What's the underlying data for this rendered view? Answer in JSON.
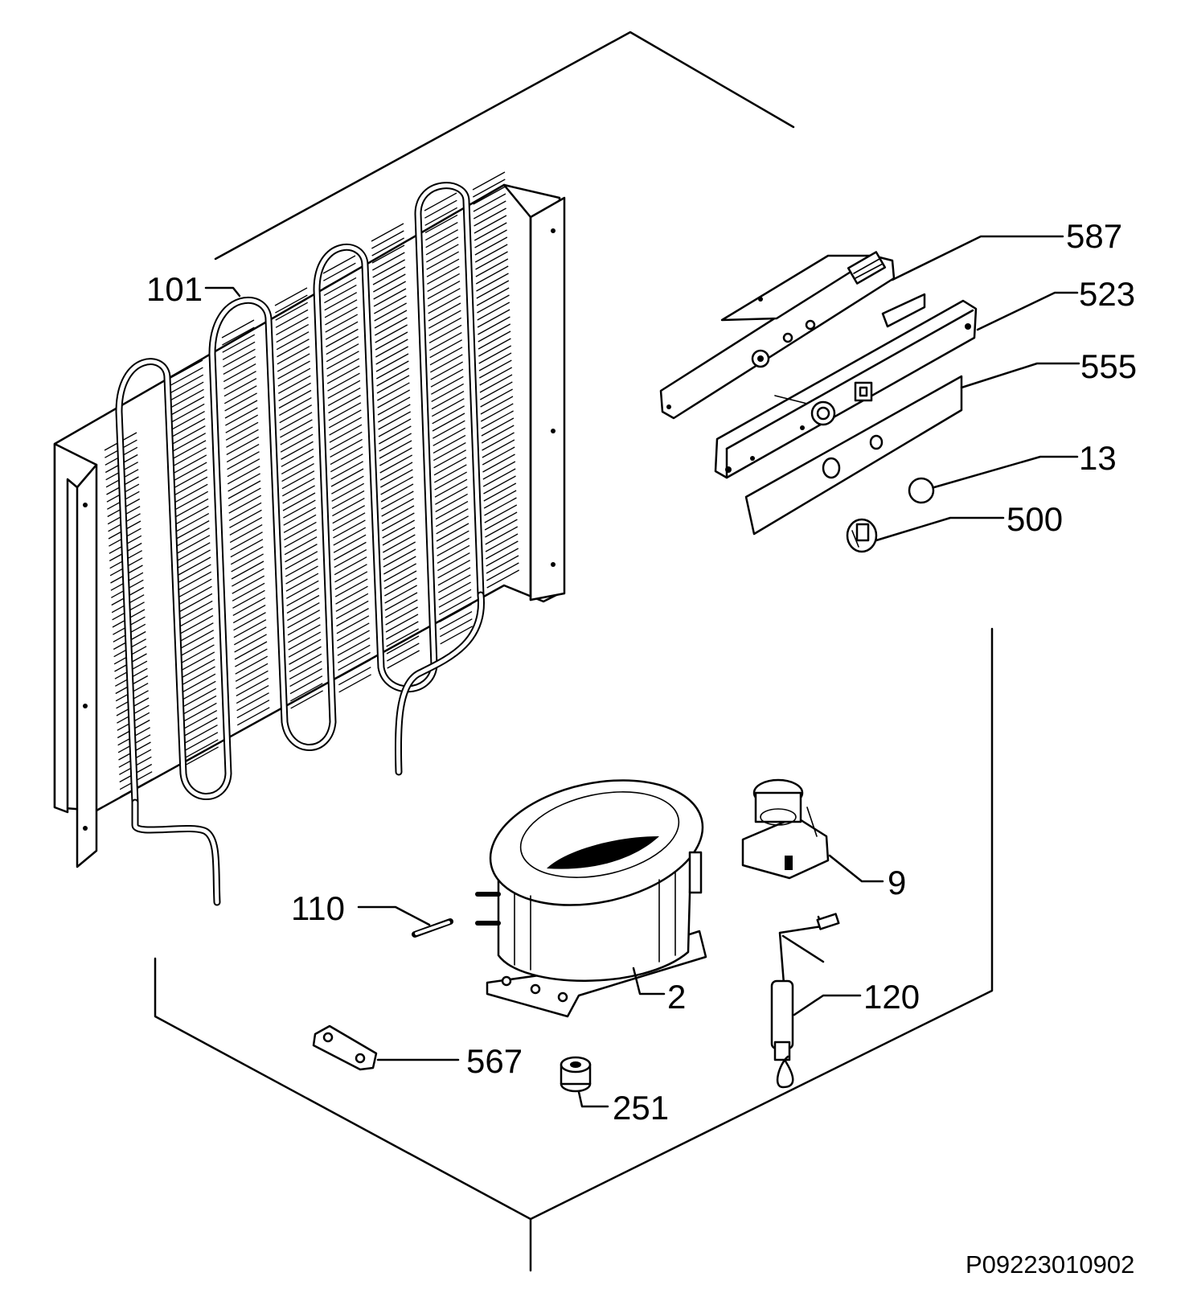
{
  "parts": [
    {
      "id": "label-587",
      "label": "587"
    },
    {
      "id": "label-523",
      "label": "523"
    },
    {
      "id": "label-555",
      "label": "555"
    },
    {
      "id": "label-13",
      "label": "13"
    },
    {
      "id": "label-500",
      "label": "500"
    },
    {
      "id": "label-101",
      "label": "101"
    },
    {
      "id": "label-110",
      "label": "110"
    },
    {
      "id": "label-2",
      "label": "2"
    },
    {
      "id": "label-9",
      "label": "9"
    },
    {
      "id": "label-120",
      "label": "120"
    },
    {
      "id": "label-567",
      "label": "567"
    },
    {
      "id": "label-251",
      "label": "251"
    }
  ],
  "drawing_code": "P09223010902"
}
